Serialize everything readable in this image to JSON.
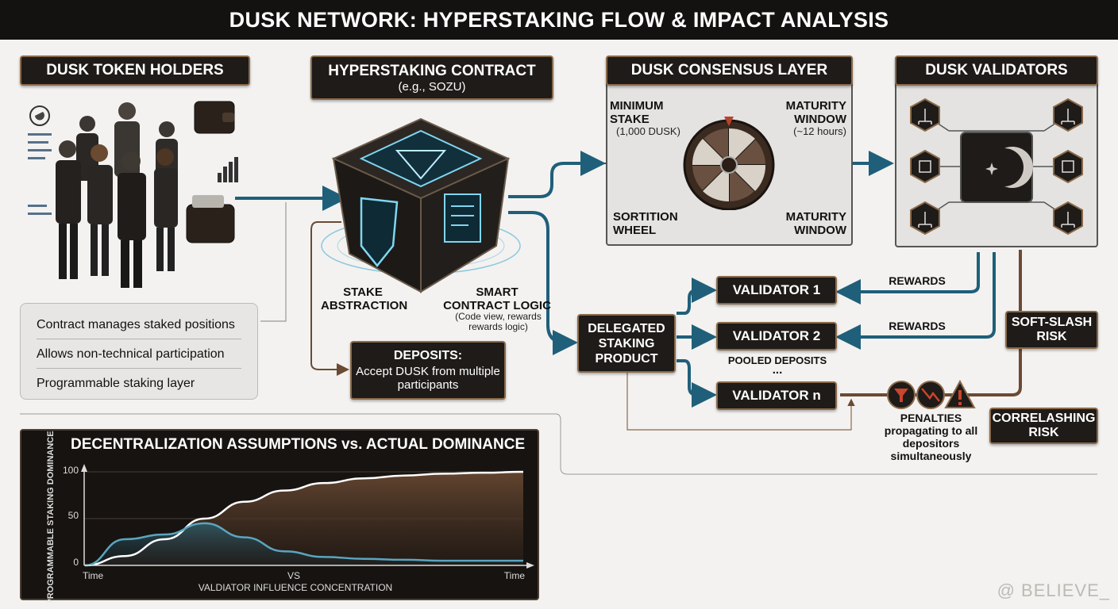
{
  "title": "DUSK NETWORK: HYPERSTAKING FLOW & IMPACT ANALYSIS",
  "holders": {
    "header": "DUSK TOKEN HOLDERS",
    "features": [
      "Contract manages staked positions",
      "Allows non-technical participation",
      "Programmable staking layer"
    ]
  },
  "contract": {
    "header": "HYPERSTAKING CONTRACT",
    "subheader": "(e.g., SOZU)",
    "stake_abstraction": "STAKE ABSTRACTION",
    "smart_logic": "SMART CONTRACT LOGIC",
    "smart_logic_note": "(Code view, rewards rewards logic)",
    "deposits_title": "DEPOSITS:",
    "deposits_body": "Accept DUSK from multiple participants"
  },
  "consensus": {
    "header": "DUSK CONSENSUS LAYER",
    "min_stake": "MINIMUM STAKE",
    "min_stake_value": "(1,000 DUSK)",
    "maturity_top": "MATURITY WINDOW",
    "maturity_value": "(~12 hours)",
    "sortition": "SORTITION WHEEL",
    "maturity_bottom": "MATURITY WINDOW"
  },
  "validators": {
    "header": "DUSK VALIDATORS",
    "v1": "VALIDATOR 1",
    "v2": "VALIDATOR 2",
    "vn": "VALIDATOR n",
    "pooled": "POOLED DEPOSITS",
    "ellipsis": "...",
    "rewards1": "REWARDS",
    "rewards2": "REWARDS"
  },
  "delegated": "DELEGATED STAKING PRODUCT",
  "risks": {
    "soft_slash": "SOFT-SLASH RISK",
    "correlashing": "CORRELASHING RISK",
    "penalties": "PENALTIES propagating to all depositors simultaneously"
  },
  "icons": [
    "wallet-icon",
    "people-icon",
    "cube-icon",
    "shield-icon",
    "document-icon",
    "moon-icon",
    "network-icon",
    "warning-icon",
    "roulette-wheel-icon"
  ],
  "colors": {
    "accent": "#1f5f7a",
    "brown": "#8a6a4a",
    "dark": "#1e1b18",
    "curve_white": "#ffffff",
    "curve_teal": "#5aa5bf"
  },
  "chart_data": {
    "type": "line",
    "title": "DECENTRALIZATION ASSUMPTIONS vs. ACTUAL DOMINANCE",
    "ylabel": "PROGRAMMABLE STAKING DOMINANCE",
    "xlabel": "VALDIATOR INFLUENCE CONCENTRATION",
    "x_start_label": "Time",
    "x_mid_label": "VS",
    "x_end_label": "Time",
    "ylim": [
      0,
      100
    ],
    "yticks": [
      "100",
      "50",
      "0"
    ],
    "series": [
      {
        "values": [
          0,
          10,
          28,
          50,
          68,
          80,
          88,
          93,
          96,
          98,
          99,
          100
        ]
      },
      {
        "values": [
          0,
          28,
          33,
          45,
          30,
          15,
          9,
          7,
          6,
          5,
          5,
          5
        ]
      }
    ]
  },
  "watermark": "@ BELIEVE_"
}
